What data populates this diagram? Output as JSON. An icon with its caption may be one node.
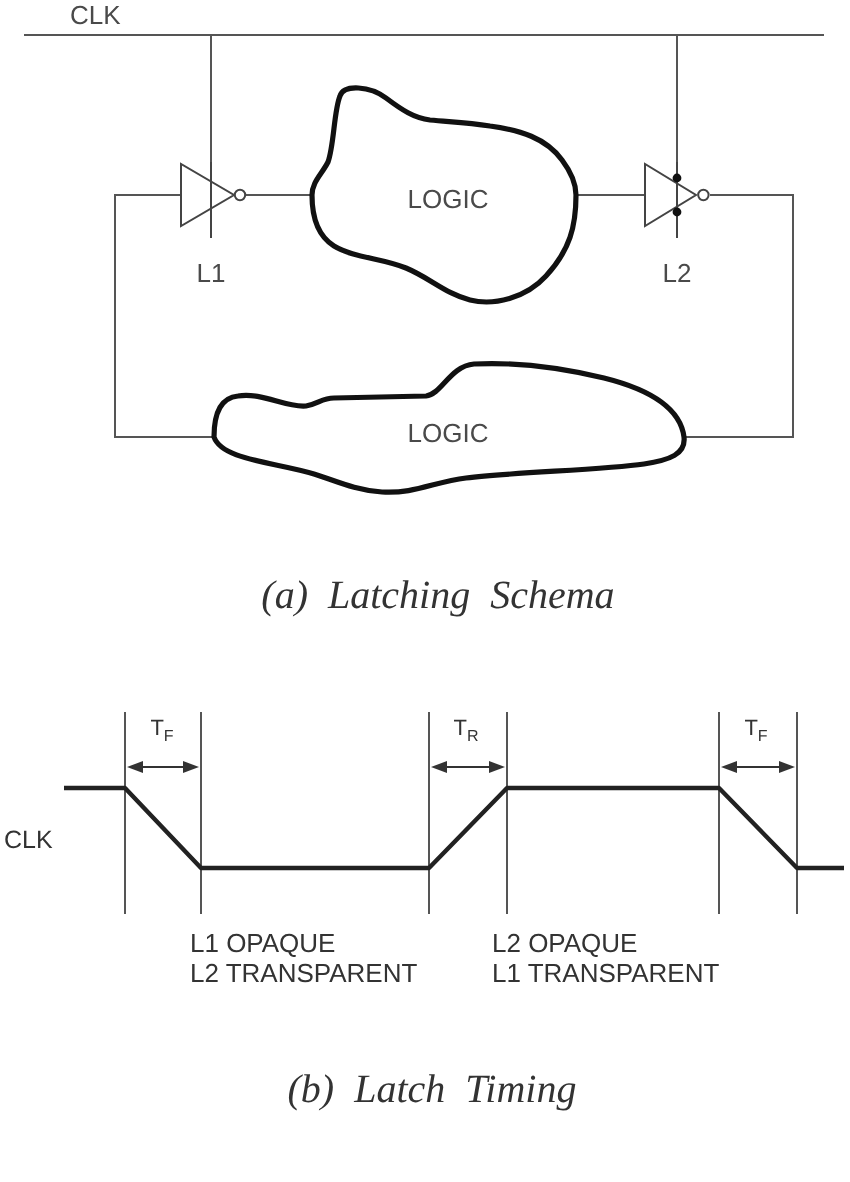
{
  "diagram": {
    "nodes": [
      {
        "text": [
          "CLK"
        ]
      },
      {
        "text": [
          "L1"
        ]
      },
      {
        "text": [
          "LOGIC"
        ]
      },
      {
        "text": [
          "L2"
        ]
      },
      {
        "text": [
          "LOGIC"
        ]
      }
    ],
    "edges": [
      {
        "from": 0,
        "to": 1,
        "arrow": "none"
      },
      {
        "from": 0,
        "to": 3,
        "arrow": "none"
      },
      {
        "from": 1,
        "to": 2,
        "arrow": "none"
      },
      {
        "from": 2,
        "to": 3,
        "arrow": "none"
      },
      {
        "from": 3,
        "to": 4,
        "arrow": "none"
      },
      {
        "from": 4,
        "to": 1,
        "arrow": "none"
      }
    ],
    "labels": [
      "(a) Latching Schema",
      "T$_{F}$",
      "T$_{R}$",
      "T$_{F}$",
      "CLK",
      "L1 OPAQUE",
      "L2 TRANSPARENT",
      "L2 OPAQUE",
      "L1 TRANSPARENT",
      "(b) Latch Timing"
    ]
  }
}
